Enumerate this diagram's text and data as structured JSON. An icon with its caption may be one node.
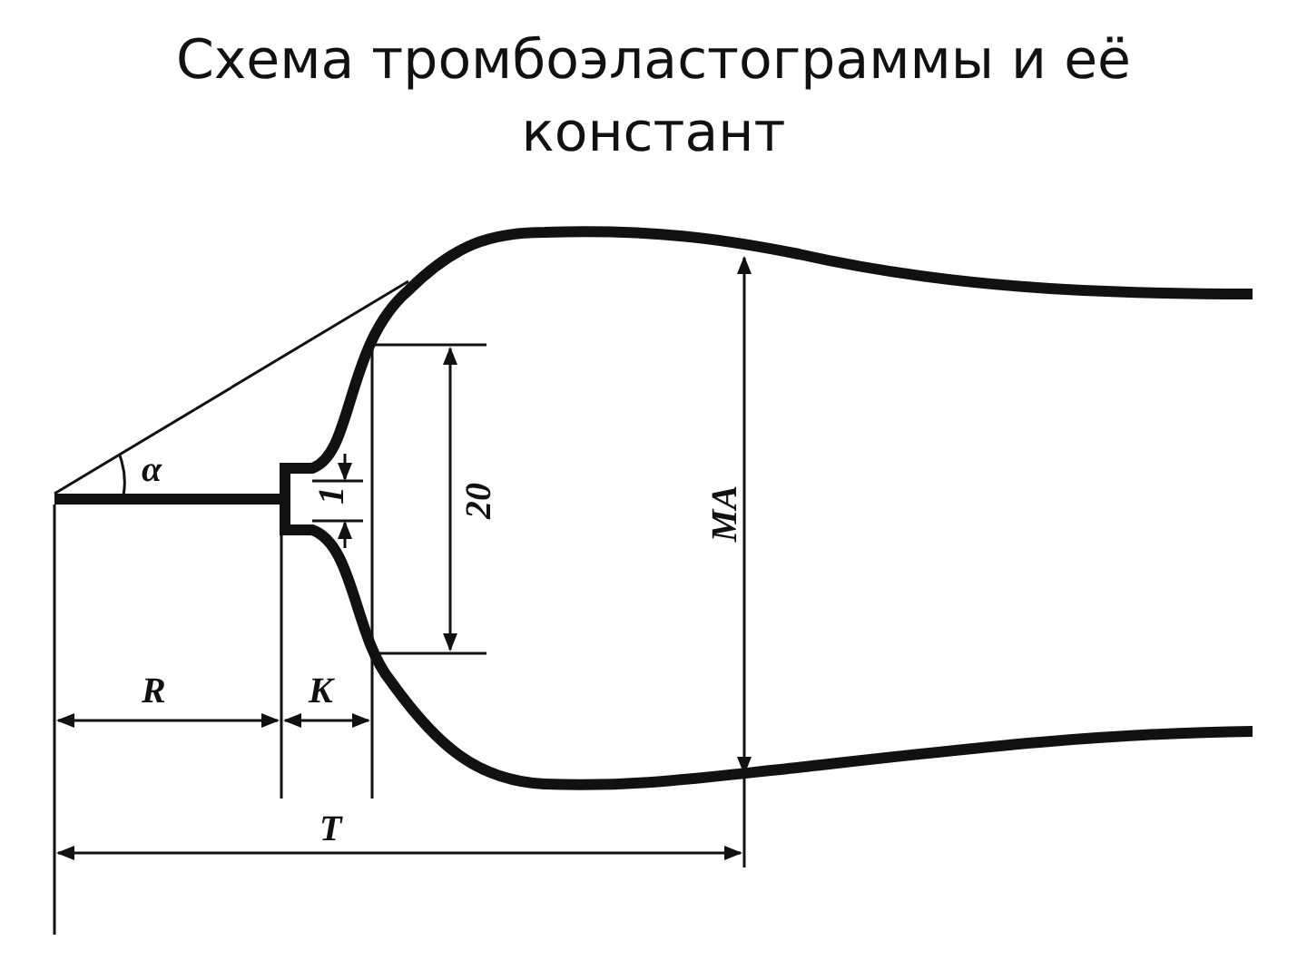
{
  "diagram": {
    "title": "Схема тромбоэластограммы и её констант",
    "labels": [
      "α",
      "1",
      "20",
      "MA",
      "R",
      "K",
      "T"
    ]
  }
}
